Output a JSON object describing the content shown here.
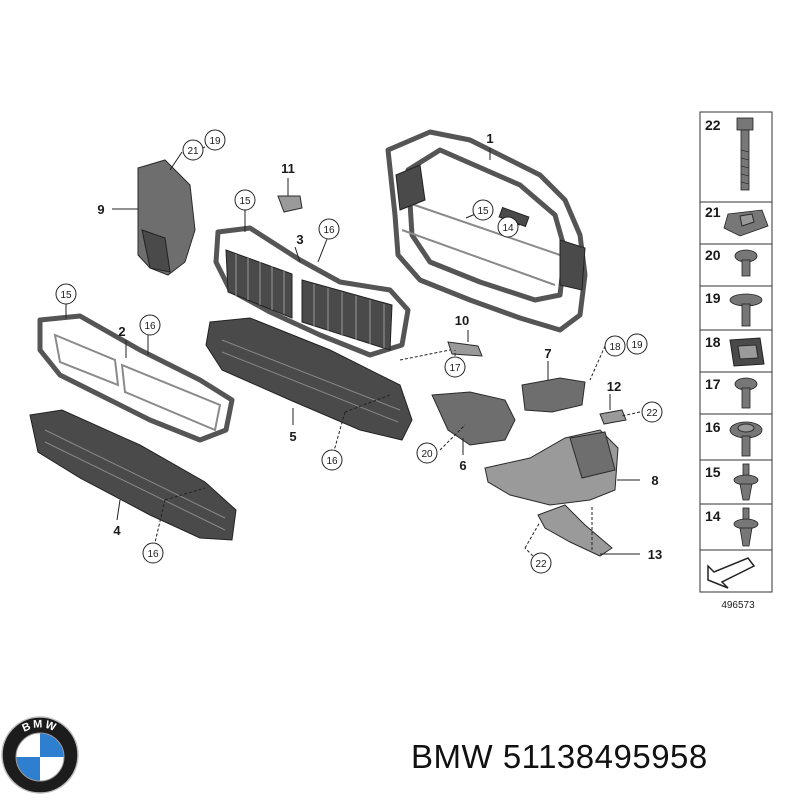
{
  "diagram": {
    "callouts": {
      "c1": "1",
      "c2": "2",
      "c3": "3",
      "c4": "4",
      "c5": "5",
      "c6": "6",
      "c7": "7",
      "c8": "8",
      "c9": "9",
      "c10": "10",
      "c11": "11",
      "c12": "12",
      "c13": "13"
    },
    "circled": {
      "p9a": "21",
      "p9b": "19",
      "p3a": "15",
      "p3b": "16",
      "p1a": "15",
      "p1b": "14",
      "p2a": "15",
      "p2b": "16",
      "p10": "17",
      "p7a": "18",
      "p7b": "19",
      "p12": "22",
      "p5": "16",
      "p6": "20",
      "p4": "16",
      "p13": "22"
    },
    "reference_number": "496573"
  },
  "legend": {
    "items": [
      "22",
      "21",
      "20",
      "19",
      "18",
      "17",
      "16",
      "15",
      "14"
    ]
  },
  "footer": {
    "brand_text": "BMW 51138495958"
  },
  "logo": {
    "brand_letters": "BMW",
    "colors": {
      "ring": "#1c1c1c",
      "blue": "#2e7fd0",
      "white": "#ffffff"
    }
  }
}
